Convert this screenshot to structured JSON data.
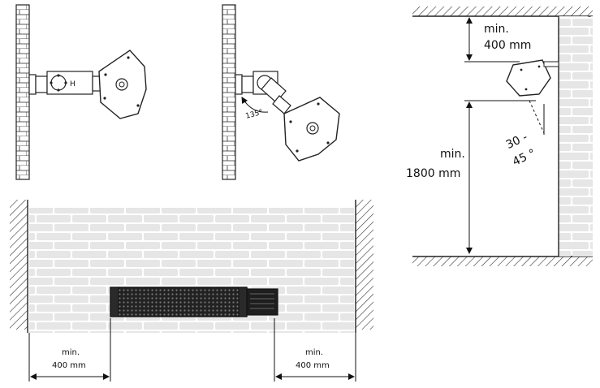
{
  "diagram": {
    "panel_a": {
      "angle_label": "135°"
    },
    "panel_c": {
      "top_min": "min.",
      "top_value": "400 mm",
      "height_min": "min.",
      "height_value": "1800 mm",
      "tilt_line1": "30 -",
      "tilt_line2": "45 °"
    },
    "panel_b": {
      "left_min": "min.",
      "left_value": "400 mm",
      "right_min": "min.",
      "right_value": "400 mm"
    }
  }
}
